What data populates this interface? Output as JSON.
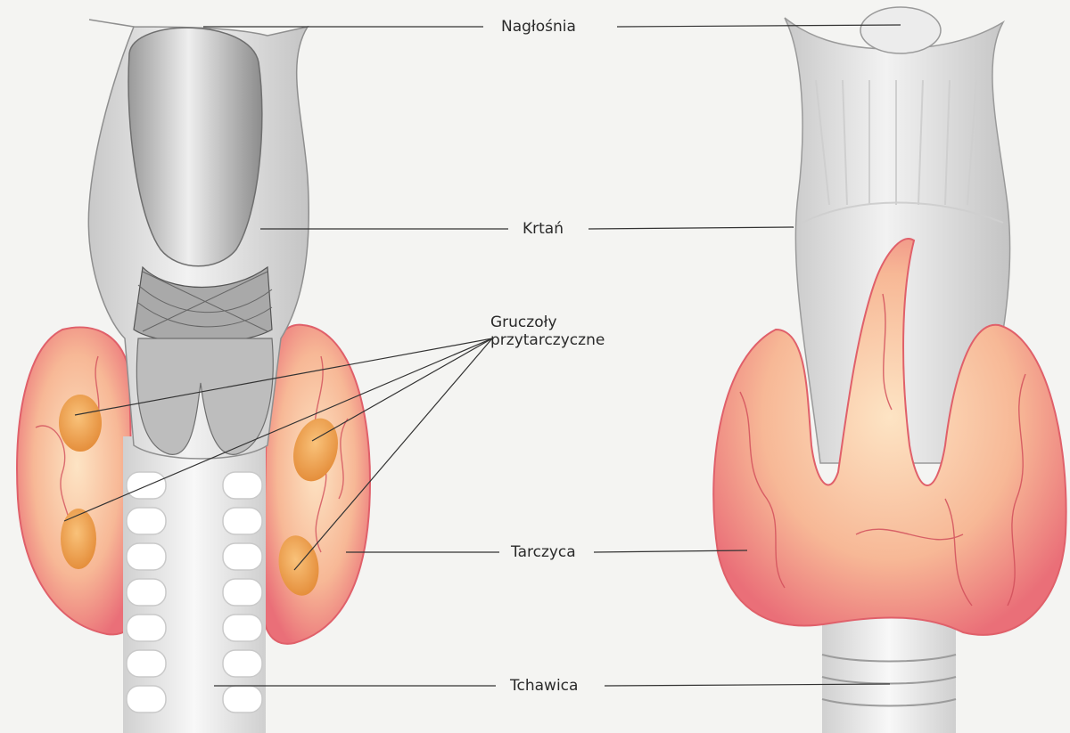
{
  "labels": {
    "naglosnia": "Nagłośnia",
    "krtan": "Krtań",
    "gruczoly_line1": "Gruczoły",
    "gruczoly_line2": "przytarczyczne",
    "tarczyca": "Tarczyca",
    "tchawica": "Tchawica"
  },
  "colors": {
    "background": "#f4f4f2",
    "thyroid": "#f6a98a",
    "thyroid_edge": "#e0606a",
    "parathyroid": "#f0a04a",
    "cartilage": "#dcdcdc",
    "leader_line": "#333333"
  }
}
